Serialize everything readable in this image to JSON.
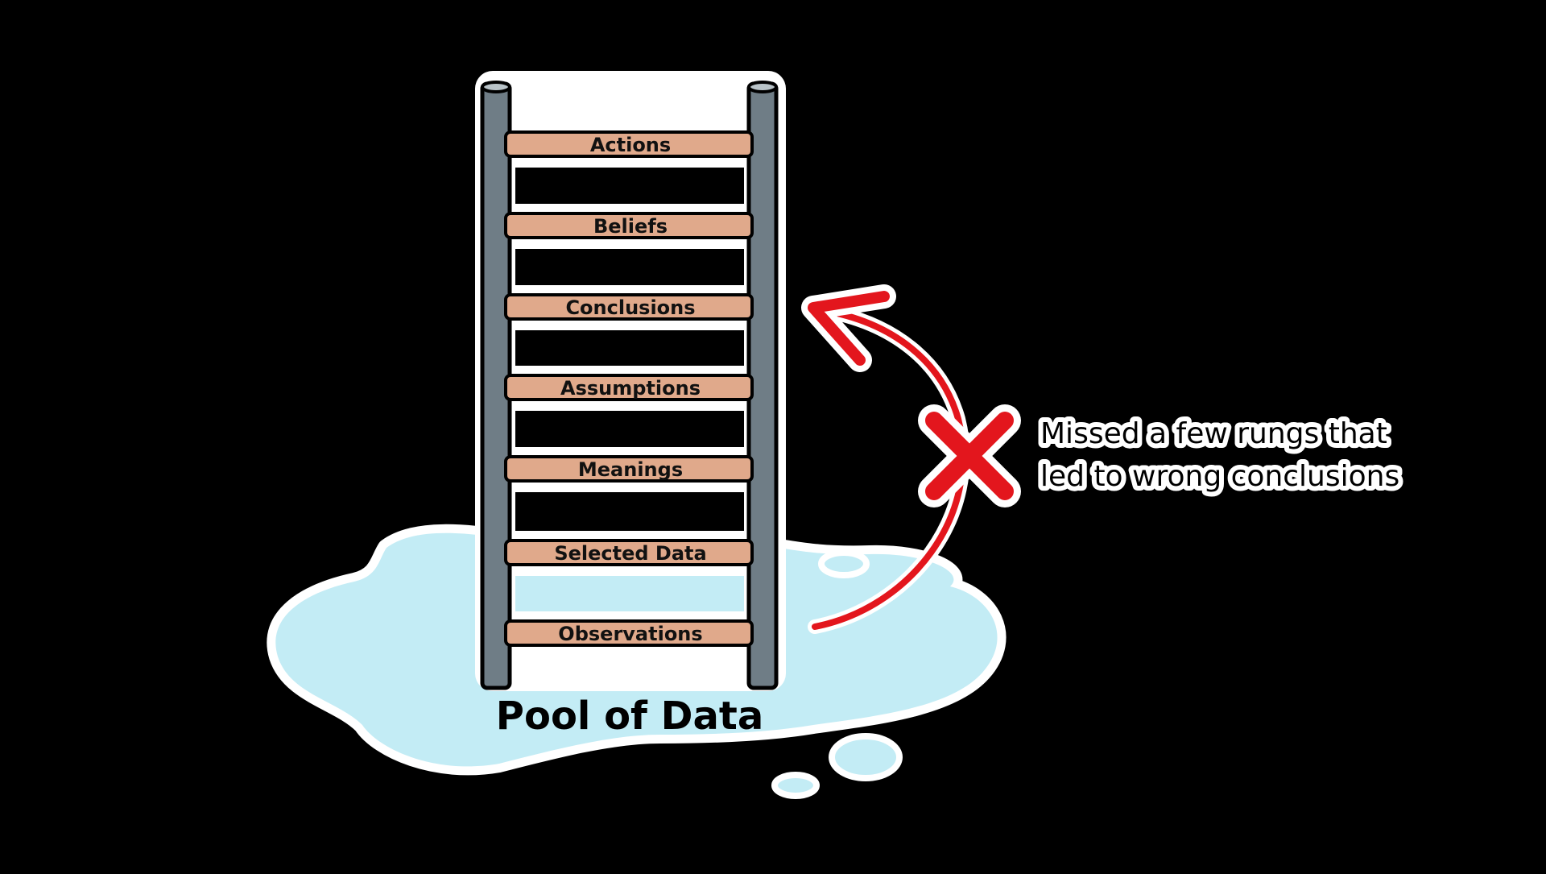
{
  "diagram": {
    "pool_label": "Pool of Data",
    "annotation_lines": [
      "Missed a few rungs that",
      "led to wrong conclusions"
    ],
    "rungs": [
      {
        "label": "Actions"
      },
      {
        "label": "Beliefs"
      },
      {
        "label": "Conclusions"
      },
      {
        "label": "Assumptions"
      },
      {
        "label": "Meanings"
      },
      {
        "label": "Selected Data"
      },
      {
        "label": "Observations"
      }
    ],
    "colors": {
      "background": "#000000",
      "pool": "#c3ecf5",
      "rung": "#e0a98b",
      "rail": "#6f7d86",
      "arrow": "#e3161d",
      "outline": "#ffffff"
    }
  }
}
